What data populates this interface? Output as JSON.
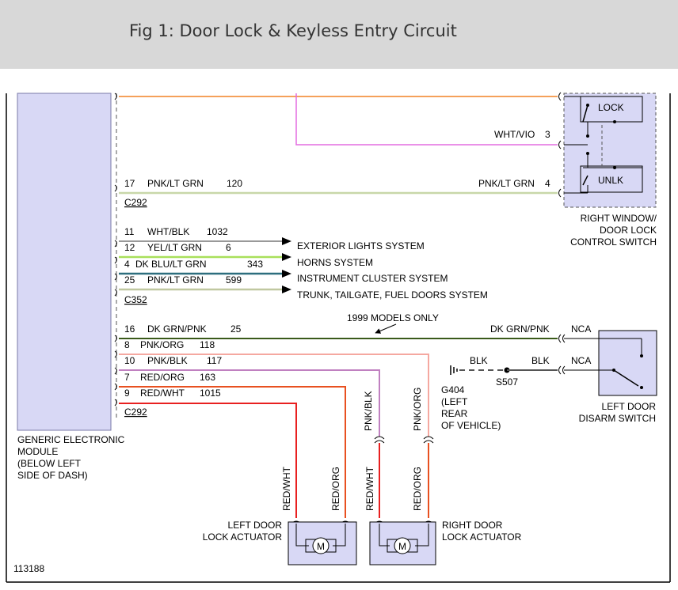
{
  "title": "Fig 1: Door Lock & Keyless Entry Circuit",
  "figure_number": "113188",
  "colors": {
    "module_fill": "#d8d8f5",
    "orange": "#f5a15a",
    "violet": "#e36de0",
    "pnk_lt_grn": "#c8d7a8",
    "wht_blk": "#999999",
    "yel_lt_grn": "#a8e05a",
    "dk_blu_lt_grn": "#2d6e7e",
    "pnk_lt_grn_2": "#c0c8a0",
    "dk_grn_pnk": "#3a5a1a",
    "pnk_org": "#f5a8a0",
    "pnk_blk": "#c080c0",
    "red_org": "#e85020",
    "red_wht": "#e82020"
  },
  "module": {
    "label_lines": [
      "GENERIC ELECTRONIC",
      "MODULE",
      "(BELOW LEFT",
      "SIDE OF DASH)"
    ]
  },
  "switch_rw": {
    "lock": "LOCK",
    "unlk": "UNLK",
    "label_lines": [
      "RIGHT WINDOW/",
      "DOOR LOCK",
      "CONTROL SWITCH"
    ]
  },
  "wires_top": {
    "wht_vio": "WHT/VIO",
    "wht_vio_pin": "3",
    "pin17": "17",
    "pnk_lt_grn_left": "PNK/LT GRN",
    "circuit120": "120",
    "pnk_lt_grn_right": "PNK/LT GRN",
    "pin4": "4",
    "connector_c292_top": "C292"
  },
  "c352_group": {
    "rows": [
      {
        "pin": "11",
        "color": "WHT/BLK",
        "circuit": "1032",
        "dest": ""
      },
      {
        "pin": "12",
        "color": "YEL/LT GRN",
        "circuit": "6",
        "dest": "EXTERIOR LIGHTS SYSTEM"
      },
      {
        "pin": "4",
        "color": "DK BLU/LT GRN",
        "circuit": "343",
        "dest": "HORNS SYSTEM"
      },
      {
        "pin": "25",
        "color": "PNK/LT GRN",
        "circuit": "599",
        "dest": "INSTRUMENT CLUSTER SYSTEM"
      }
    ],
    "last_dest": "TRUNK, TAILGATE, FUEL DOORS SYSTEM",
    "connector": "C352"
  },
  "lower_group": {
    "rows": [
      {
        "pin": "16",
        "color": "DK GRN/PNK",
        "circuit": "25"
      },
      {
        "pin": "8",
        "color": "PNK/ORG",
        "circuit": "118"
      },
      {
        "pin": "10",
        "color": "PNK/BLK",
        "circuit": "117"
      },
      {
        "pin": "7",
        "color": "RED/ORG",
        "circuit": "163"
      },
      {
        "pin": "9",
        "color": "RED/WHT",
        "circuit": "1015"
      }
    ],
    "connector": "C292",
    "models_note": "1999 MODELS ONLY",
    "dk_grn_pnk_right": "DK GRN/PNK",
    "nca_1": "NCA",
    "nca_2": "NCA",
    "blk_left": "BLK",
    "blk_right": "BLK",
    "s507": "S507",
    "g404_lines": [
      "G404",
      "(LEFT",
      "REAR",
      "OF VEHICLE)"
    ]
  },
  "disarm_switch": {
    "label_lines": [
      "LEFT DOOR",
      "DISARM SWITCH"
    ]
  },
  "actuators": {
    "vertical_labels": {
      "pnk_blk": "PNK/BLK",
      "pnk_org": "PNK/ORG",
      "red_wht_l": "RED/WHT",
      "red_org_l": "RED/ORG",
      "red_wht_r": "RED/WHT",
      "red_org_r": "RED/ORG"
    },
    "left_lines": [
      "LEFT DOOR",
      "LOCK ACTUATOR"
    ],
    "right_lines": [
      "RIGHT DOOR",
      "LOCK ACTUATOR"
    ],
    "motor": "M"
  }
}
